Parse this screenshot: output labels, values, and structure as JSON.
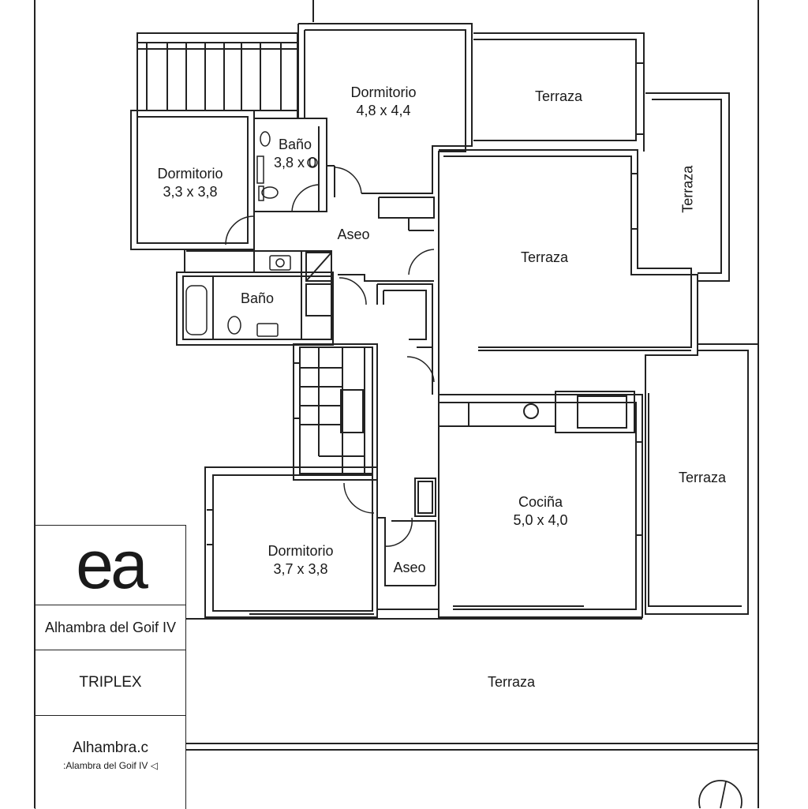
{
  "rooms": {
    "dorm_top": {
      "name": "Dormitorio",
      "dims": "4,8 x 4,4"
    },
    "terraza_top": {
      "name": "Terraza"
    },
    "terraza_right_vertical": {
      "name": "Terraza"
    },
    "bano_top": {
      "name": "Baño",
      "dims": "3,8 x 0"
    },
    "dorm_left": {
      "name": "Dormitorio",
      "dims": "3,3 x 3,8"
    },
    "aseo_hall": {
      "name": "Aseo"
    },
    "terraza_mid": {
      "name": "Terraza"
    },
    "bano_mid": {
      "name": "Baño"
    },
    "terraza_east": {
      "name": "Terraza"
    },
    "cocina": {
      "name": "Cociña",
      "dims": "5,0 x 4,0"
    },
    "dorm_bottom": {
      "name": "Dormitorio",
      "dims": "3,7 x 3,8"
    },
    "aseo_bottom": {
      "name": "Aseo"
    },
    "terraza_bottom": {
      "name": "Terraza"
    }
  },
  "titleblock": {
    "logo": "ea",
    "project": "Alhambra del Goif IV",
    "type": "TRIPLEX",
    "contact_name": "Alhambra.c",
    "contact_sub": ":Alambra del Goif IV ◁"
  }
}
